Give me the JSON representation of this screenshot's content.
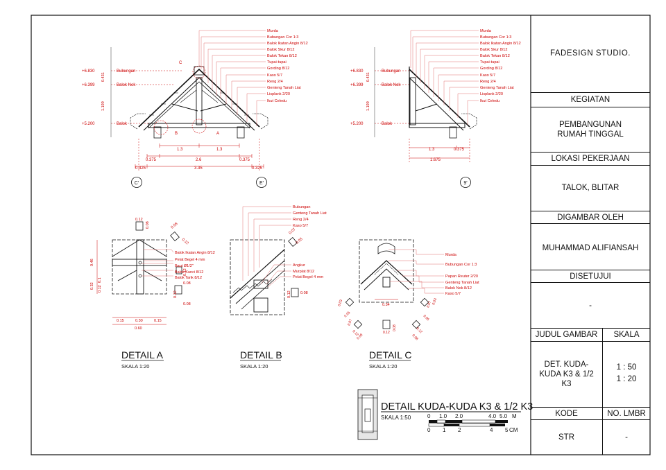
{
  "title_block": {
    "studio": "FADESIGN STUDIO.",
    "kegiatan_label": "KEGIATAN",
    "kegiatan_value": "PEMBANGUNAN RUMAH TINGGAL",
    "lokasi_label": "LOKASI PEKERJAAN",
    "lokasi_value": "TALOK, BLITAR",
    "digambar_label": "DIGAMBAR OLEH",
    "digambar_value": "MUHAMMAD ALIFIANSAH",
    "disetujui_label": "DISETUJUI",
    "disetujui_value": "-",
    "judul_label": "JUDUL GAMBAR",
    "skala_label": "SKALA",
    "judul_value": "DET. KUDA-KUDA K3 & 1/2 K3",
    "skala_value_1": "1 : 50",
    "skala_value_2": "1 : 20",
    "kode_label": "KODE",
    "nolmbr_label": "NO. LMBR",
    "kode_value": "STR",
    "nolmbr_value": "-"
  },
  "truss_main": {
    "levels": [
      "+6.830",
      "+6.399",
      "+5.200"
    ],
    "level_labels": [
      "Bubungan",
      "Balok Nok",
      "Balok"
    ],
    "vertical_dims": [
      "0.431",
      "1.199"
    ],
    "labels": [
      "Murda",
      "Bubungan Cor 1:3",
      "Balok Ikatan Angin 8/12",
      "Balok Skur 8/12",
      "Balok Tekan 8/12",
      "Tupai-tupai",
      "Gording 8/12",
      "Kaso 5/7",
      "Reng 2/4",
      "Genteng Tanah Liat",
      "Lisplank 2/20",
      "Ikut Celedu"
    ],
    "dims_row1": [
      "1.3",
      "1.3"
    ],
    "dims_row2": [
      "0.375",
      "2.6",
      "0.375"
    ],
    "dims_row3": [
      "0.325",
      "3.35",
      "0.325"
    ],
    "grid_left": "C'",
    "grid_right": "E'",
    "section_marks": [
      "C",
      "B",
      "A"
    ]
  },
  "truss_half": {
    "levels": [
      "+6.830",
      "+6.399",
      "+5.200"
    ],
    "level_labels": [
      "Bubungan",
      "Balok Nok",
      "Balok"
    ],
    "vertical_dims": [
      "0.431",
      "1.199"
    ],
    "labels": [
      "Murda",
      "Bubungan Cor 1:3",
      "Balok Ikatan Angin 8/12",
      "Balok Skur 8/12",
      "Balok Tekan 8/12",
      "Tupai-tupai",
      "Gording 8/12",
      "Kaso 5/7",
      "Reng 2/4",
      "Genteng Tanah Liat",
      "Lisplank 2/20",
      "Ikut Celedu"
    ],
    "dims_row1": [
      "1.3",
      "0.375"
    ],
    "dims_row2": [
      "1.675"
    ],
    "grid": "9'"
  },
  "detail_a": {
    "title": "DETAIL A",
    "scale": "SKALA 1:20",
    "labels": [
      "Balok Ikatan Angin 8/12",
      "Pelat Begel 4 mm",
      "Baut Ø1/2\"",
      "Balok Kunci 8/12",
      "Balok Tarik 8/12"
    ],
    "dims_top": [
      "0.12",
      "0.08"
    ],
    "dims_diag": [
      "0.08",
      "0.12"
    ],
    "dims_left": [
      "0.46",
      "0.32",
      "0.12",
      "0.1"
    ],
    "dims_right": [
      "0.12",
      "0.08",
      "0.12",
      "0.08"
    ],
    "dims_bottom": [
      "0.15",
      "0.30",
      "0.15"
    ],
    "dims_total": "0.60"
  },
  "detail_b": {
    "title": "DETAIL B",
    "scale": "SKALA 1:20",
    "labels_top": [
      "Bubungan",
      "Genteng Tanah Liat",
      "Reng 2/4",
      "Kaso 5/7"
    ],
    "labels_bottom": [
      "Angkur",
      "Murplat 8/12",
      "Pelat Begel 4 mm"
    ],
    "dims_diag": [
      "0.07",
      "0.05"
    ],
    "dims_right": [
      "0.12",
      "0.08"
    ]
  },
  "detail_c": {
    "title": "DETAIL C",
    "scale": "SKALA 1:20",
    "labels": [
      "Murda",
      "Bubungan Cor 1:3",
      "Papan Reuter 2/20",
      "Genteng Tanah Liat",
      "Balok Nok 8/12",
      "Kaso 5/7"
    ],
    "dim_width": "0.34",
    "dims_small": [
      "0.03",
      "0.05",
      "0.07",
      "0.12",
      "0.08",
      "0.12",
      "0.08",
      "0.12",
      "0.08",
      "0.05",
      "0.07",
      "0.03"
    ]
  },
  "sheet_title": {
    "title": "DETAIL KUDA-KUDA K3 & 1/2 K3",
    "scale": "SKALA 1:50",
    "scale_top_ticks": [
      "0",
      "1.0",
      "2.0",
      "4.0",
      "5.0"
    ],
    "scale_top_unit": "M",
    "scale_bottom_ticks": [
      "0",
      "1",
      "2",
      "4",
      "5"
    ],
    "scale_bottom_unit": "CM"
  },
  "colors": {
    "line": "#111111",
    "annotation": "#cc0000",
    "leader": "#e07070"
  }
}
